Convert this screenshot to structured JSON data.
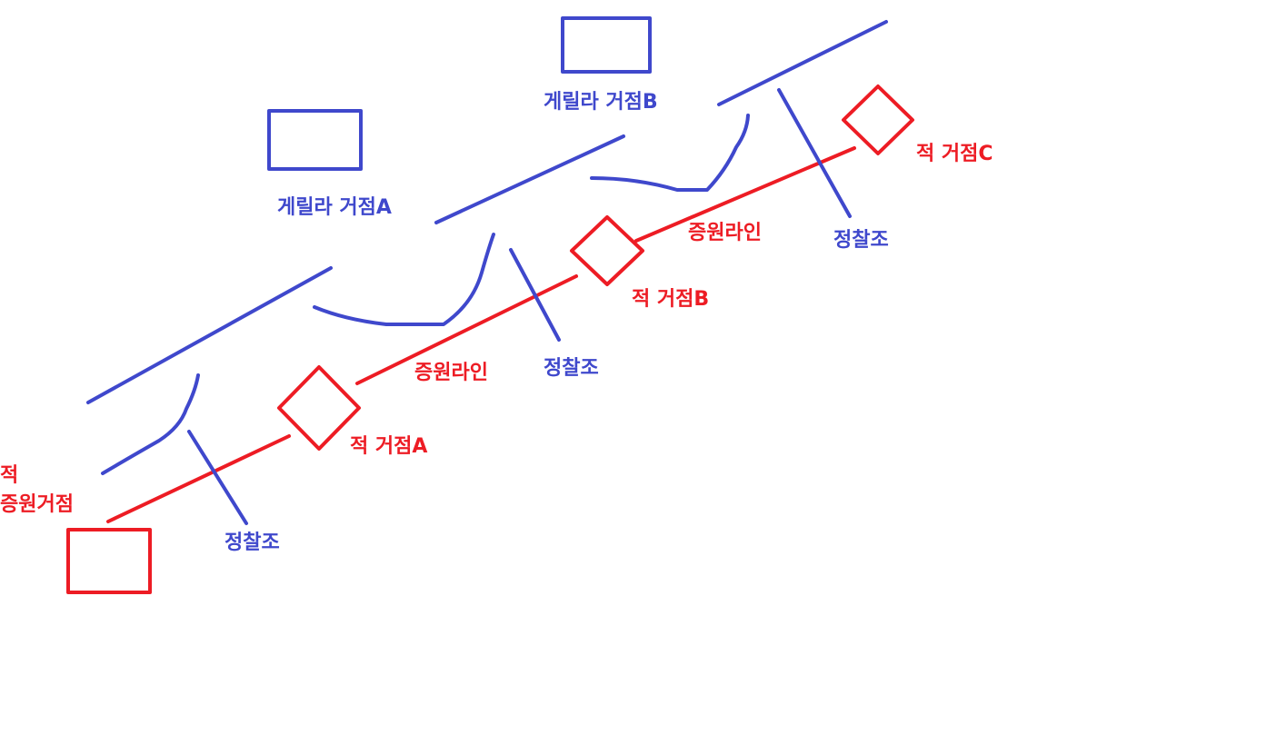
{
  "colors": {
    "friendly": "#3f48cc",
    "enemy": "#ed1c24"
  },
  "labels": {
    "guerrilla_base_b": "게릴라 거점B",
    "guerrilla_base_a": "게릴라 거점A",
    "enemy_base_c": "적 거점C",
    "enemy_base_b": "적 거점B",
    "enemy_base_a": "적 거점A",
    "reinforcement_line_1": "증원라인",
    "reinforcement_line_2": "증원라인",
    "recon_team_1": "정찰조",
    "recon_team_2": "정찰조",
    "recon_team_3": "정찰조",
    "enemy_reinforcement_base_line1": "적",
    "enemy_reinforcement_base_line2": "증원거점"
  }
}
